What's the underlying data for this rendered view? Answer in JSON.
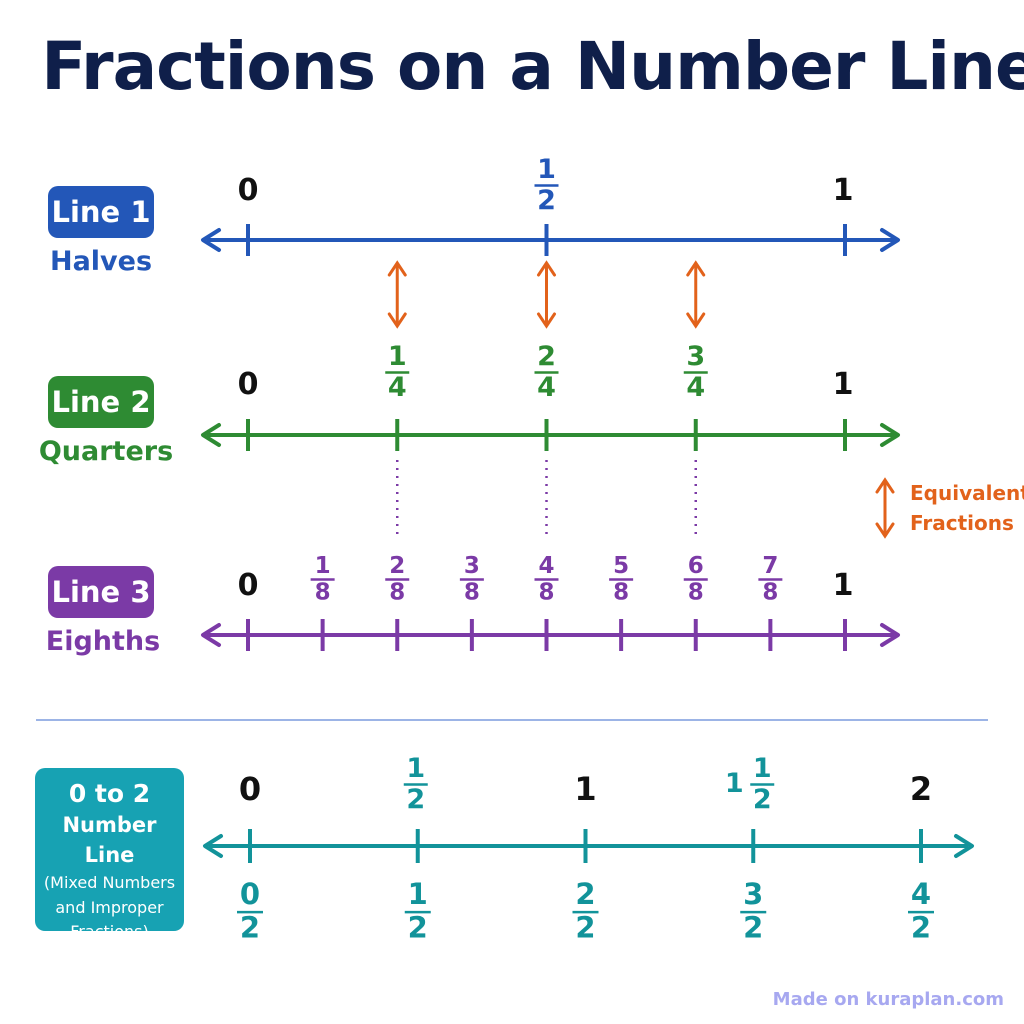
{
  "title": "Fractions on a Number Line",
  "colors": {
    "title": "#0f1f4a",
    "halves": "#2357b8",
    "quarters": "#2e8b33",
    "eighths": "#7b3aa6",
    "equivalent": "#e2621b",
    "range": "#12939a",
    "whole": "#111111",
    "divider": "#9cb4e6"
  },
  "lines": [
    {
      "badge": "Line 1",
      "subtitle": "Halves",
      "denominator": 2,
      "range": [
        0,
        1
      ],
      "whole_labels": [
        "0",
        "1"
      ]
    },
    {
      "badge": "Line 2",
      "subtitle": "Quarters",
      "denominator": 4,
      "range": [
        0,
        1
      ],
      "whole_labels": [
        "0",
        "1"
      ]
    },
    {
      "badge": "Line 3",
      "subtitle": "Eighths",
      "denominator": 8,
      "range": [
        0,
        1
      ],
      "whole_labels": [
        "0",
        "1"
      ]
    }
  ],
  "equivalent_legend": {
    "line1": "Equivalent",
    "line2": "Fractions"
  },
  "equivalent_links": [
    {
      "from": "1/4",
      "to": "2/8",
      "value": 0.25
    },
    {
      "from": "1/2",
      "to": "2/4",
      "value": 0.5
    },
    {
      "from": "3/4",
      "to": "6/8",
      "value": 0.75
    }
  ],
  "mixed_line": {
    "badge_lines": [
      "0 to 2",
      "Number Line",
      "(Mixed Numbers",
      "and Improper",
      "Fractions)"
    ],
    "range": [
      0,
      2
    ],
    "marks": [
      {
        "value": 0,
        "top": "0",
        "bottom_num": "0",
        "bottom_den": "2"
      },
      {
        "value": 0.5,
        "top_num": "1",
        "top_den": "2",
        "bottom_num": "1",
        "bottom_den": "2"
      },
      {
        "value": 1,
        "top": "1",
        "bottom_num": "2",
        "bottom_den": "2"
      },
      {
        "value": 1.5,
        "top_whole": "1",
        "top_num": "1",
        "top_den": "2",
        "bottom_num": "3",
        "bottom_den": "2"
      },
      {
        "value": 2,
        "top": "2",
        "bottom_num": "4",
        "bottom_den": "2"
      }
    ]
  },
  "watermark": "Made on kuraplan.com"
}
